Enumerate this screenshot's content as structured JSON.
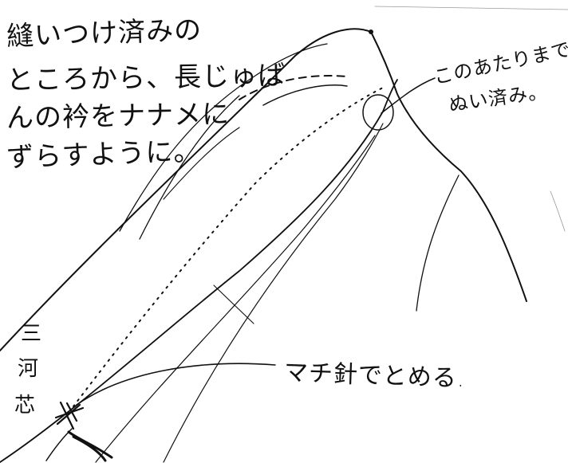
{
  "annotations": {
    "instruction_lines": [
      "縫いつけ済みの",
      "ところから、長じゅば",
      "んの衿をナナメに",
      "ずらすように。"
    ],
    "sewn_note_lines": [
      "このあたりまで",
      "ぬい済み。"
    ],
    "pin_note": "マチ針でとめる.",
    "mikawa_label_chars": [
      "三",
      "河",
      "芯"
    ]
  },
  "colors": {
    "ink": "#111111",
    "paper": "#ffffff"
  }
}
